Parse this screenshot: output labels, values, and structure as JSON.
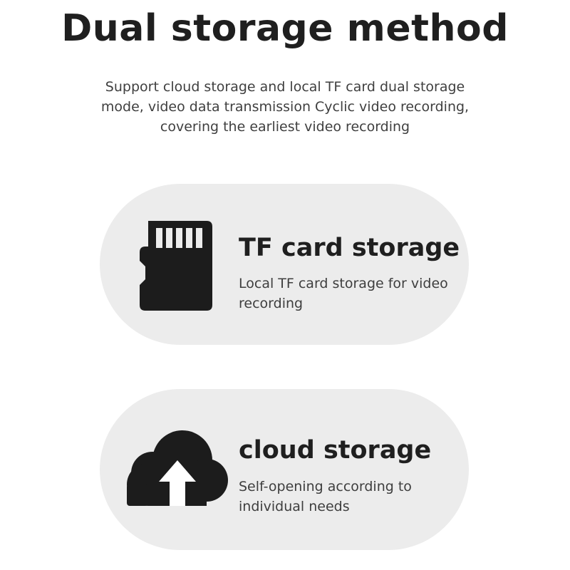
{
  "header": {
    "title": "Dual storage method",
    "subtitle": "Support cloud storage and local TF card dual storage\nmode, video data transmission Cyclic video recording,\ncovering the earliest video recording"
  },
  "cards": [
    {
      "icon": "sd-card-icon",
      "title": "TF card storage",
      "description": "Local TF card storage for video\nrecording"
    },
    {
      "icon": "cloud-upload-icon",
      "title": "cloud storage",
      "description": "Self-opening according to\nindividual needs"
    }
  ],
  "colors": {
    "background": "#ffffff",
    "card_background": "#ececec",
    "title_text": "#1f1f1f",
    "body_text": "#3e3e3e",
    "icon_fill": "#1c1c1c"
  }
}
